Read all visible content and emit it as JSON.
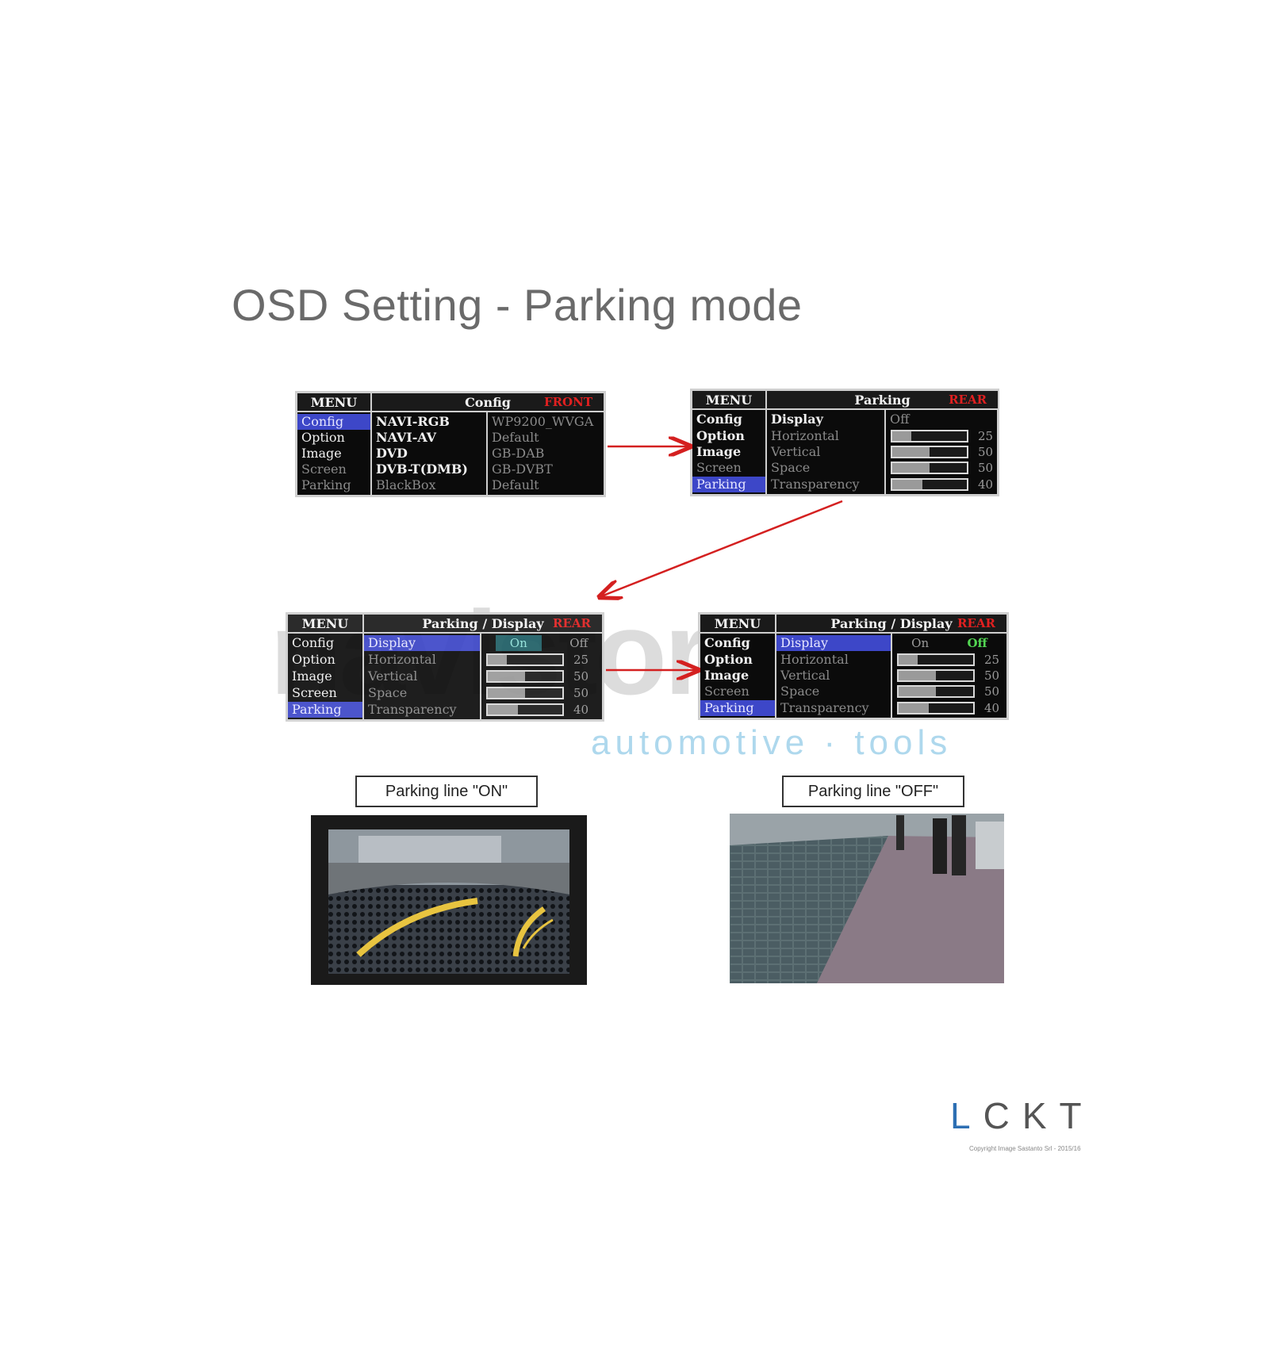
{
  "title": "OSD Setting - Parking mode",
  "colors": {
    "arrow": "#d42020",
    "highlight": "#3d47c8",
    "tag_red": "#e02020",
    "off_green": "#52d552"
  },
  "panel1": {
    "menu_header": "MENU",
    "title": "Config",
    "tag": "FRONT",
    "menu": [
      "Config",
      "Option",
      "Image",
      "Screen",
      "Parking"
    ],
    "left": [
      "NAVI-RGB",
      "NAVI-AV",
      "DVD",
      "DVB-T(DMB)",
      "BlackBox"
    ],
    "right": [
      "WP9200_WVGA",
      "Default",
      "GB-DAB",
      "GB-DVBT",
      "Default"
    ]
  },
  "panel2": {
    "menu_header": "MENU",
    "title": "Parking",
    "tag": "REAR",
    "menu": [
      "Config",
      "Option",
      "Image",
      "Screen",
      "Parking"
    ],
    "left": [
      "Display",
      "Horizontal",
      "Vertical",
      "Space",
      "Transparency"
    ],
    "display_value": "Off",
    "values": [
      25,
      50,
      50,
      40
    ]
  },
  "panel3": {
    "menu_header": "MENU",
    "title": "Parking / Display",
    "tag": "REAR",
    "menu": [
      "Config",
      "Option",
      "Image",
      "Screen",
      "Parking"
    ],
    "left": [
      "Display",
      "Horizontal",
      "Vertical",
      "Space",
      "Transparency"
    ],
    "on": "On",
    "off": "Off",
    "values": [
      25,
      50,
      50,
      40
    ]
  },
  "panel4": {
    "menu_header": "MENU",
    "title": "Parking / Display",
    "tag": "REAR",
    "menu": [
      "Config",
      "Option",
      "Image",
      "Screen",
      "Parking"
    ],
    "left": [
      "Display",
      "Horizontal",
      "Vertical",
      "Space",
      "Transparency"
    ],
    "on": "On",
    "off": "Off",
    "values": [
      25,
      50,
      50,
      40
    ]
  },
  "watermark": {
    "main": "navistore",
    "sub": "automotive · tools"
  },
  "label_on": "Parking line  \"ON\"",
  "label_off": "Parking line  \"OFF\"",
  "logo": {
    "first": "L",
    "rest": "CKT"
  },
  "copyright": "Copyright Image Sastanto Srl - 2015/16"
}
